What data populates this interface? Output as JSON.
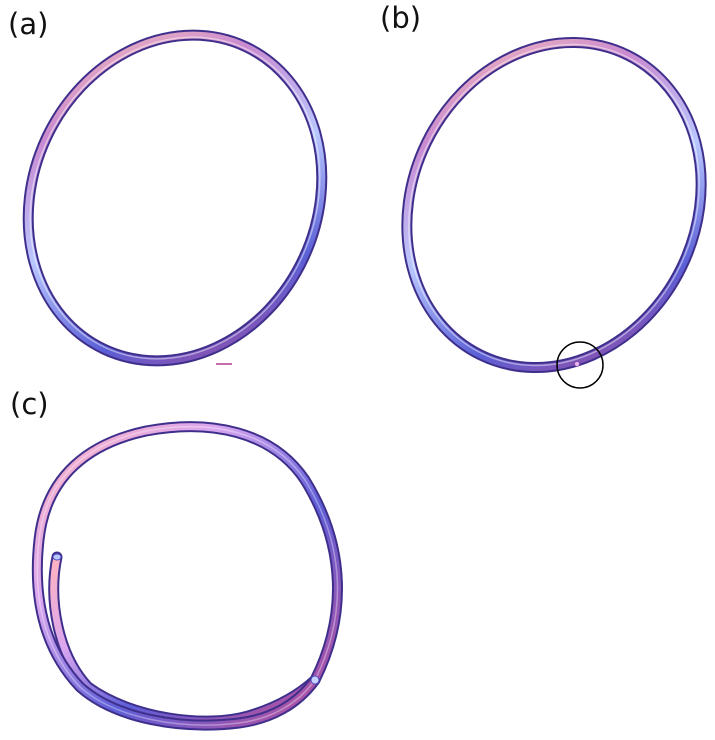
{
  "panels": [
    {
      "label": "(a)"
    },
    {
      "label": "(b)"
    },
    {
      "label": "(c)"
    }
  ],
  "colors": {
    "tube_dark": "#3f2f8c",
    "tube_blue": "#5a5fd6",
    "tube_magenta": "#b0478f",
    "tube_pink": "#eeb0d6",
    "tube_light_blue": "#b9c7ff",
    "tube_peach": "#ffc6b5",
    "highlight_circle": "#000000"
  }
}
